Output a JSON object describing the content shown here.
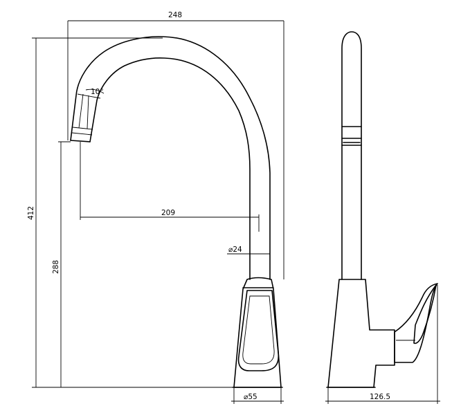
{
  "dimensions": {
    "overall_width": "248",
    "overall_height": "412",
    "spout_height": "288",
    "spout_reach": "209",
    "spout_angle": "10°",
    "tube_diameter": "⌀24",
    "base_diameter": "⌀55",
    "side_depth": "126.5"
  },
  "colors": {
    "line": "#000000",
    "background": "#ffffff"
  }
}
